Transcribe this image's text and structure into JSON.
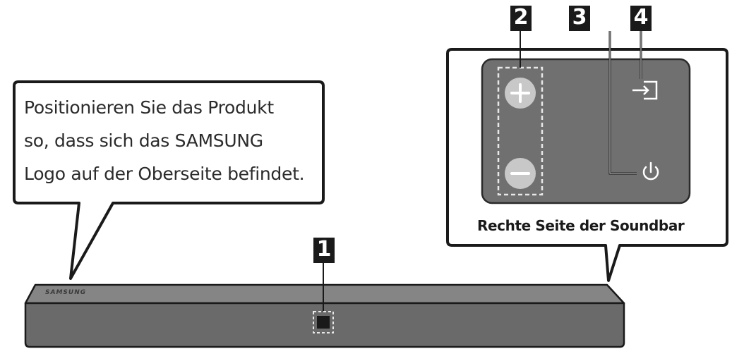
{
  "callout": {
    "lines": [
      "Positionieren Sie das Produkt",
      "so, dass sich das SAMSUNG",
      "Logo auf der Oberseite befindet."
    ]
  },
  "panel": {
    "caption": "Rechte Seite der Soundbar",
    "buttons": [
      {
        "number": "2",
        "icons": [
          "plus-icon",
          "minus-icon"
        ]
      },
      {
        "number": "3",
        "icons": [
          "power-icon"
        ]
      },
      {
        "number": "4",
        "icons": [
          "source-input-icon"
        ]
      }
    ]
  },
  "soundbar": {
    "logo": "SAMSUNG",
    "marker_number": "1"
  },
  "colors": {
    "outline": "#1a1a1a",
    "panel_fill": "#707070",
    "soundbar_top": "#858585",
    "soundbar_front": "#6a6a6a",
    "button_fill": "#c8c8c8",
    "badge_fill": "#1a1a1a"
  }
}
